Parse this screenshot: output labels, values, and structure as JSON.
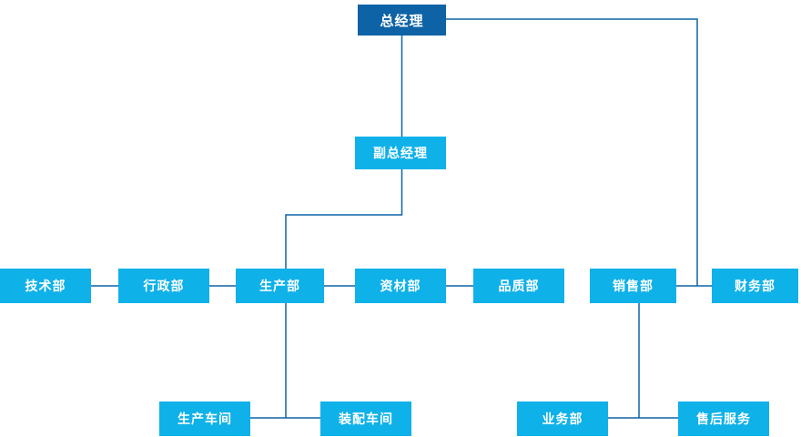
{
  "diagram": {
    "type": "org-chart",
    "colors": {
      "top_box": "#0e63a6",
      "box": "#0fb1e9",
      "connector": "#0e63a6",
      "text": "#ffffff",
      "background": "#ffffff"
    },
    "nodes": {
      "general_manager": "总经理",
      "deputy_general_manager": "副总经理",
      "tech_dept": "技术部",
      "admin_dept": "行政部",
      "production_dept": "生产部",
      "materials_dept": "资材部",
      "quality_dept": "品质部",
      "sales_dept": "销售部",
      "finance_dept": "财务部",
      "production_workshop": "生产车间",
      "assembly_workshop": "装配车间",
      "business_dept": "业务部",
      "aftersales_service": "售后服务"
    },
    "edges": [
      {
        "from": "general_manager",
        "to": "deputy_general_manager"
      },
      {
        "from": "general_manager",
        "to": "sales_dept"
      },
      {
        "from": "general_manager",
        "to": "finance_dept"
      },
      {
        "from": "deputy_general_manager",
        "to": "production_dept"
      },
      {
        "from": "tech_dept",
        "to": "admin_dept"
      },
      {
        "from": "admin_dept",
        "to": "production_dept"
      },
      {
        "from": "production_dept",
        "to": "materials_dept"
      },
      {
        "from": "materials_dept",
        "to": "quality_dept"
      },
      {
        "from": "production_dept",
        "to": "production_workshop"
      },
      {
        "from": "production_dept",
        "to": "assembly_workshop"
      },
      {
        "from": "sales_dept",
        "to": "business_dept"
      },
      {
        "from": "sales_dept",
        "to": "aftersales_service"
      }
    ]
  }
}
